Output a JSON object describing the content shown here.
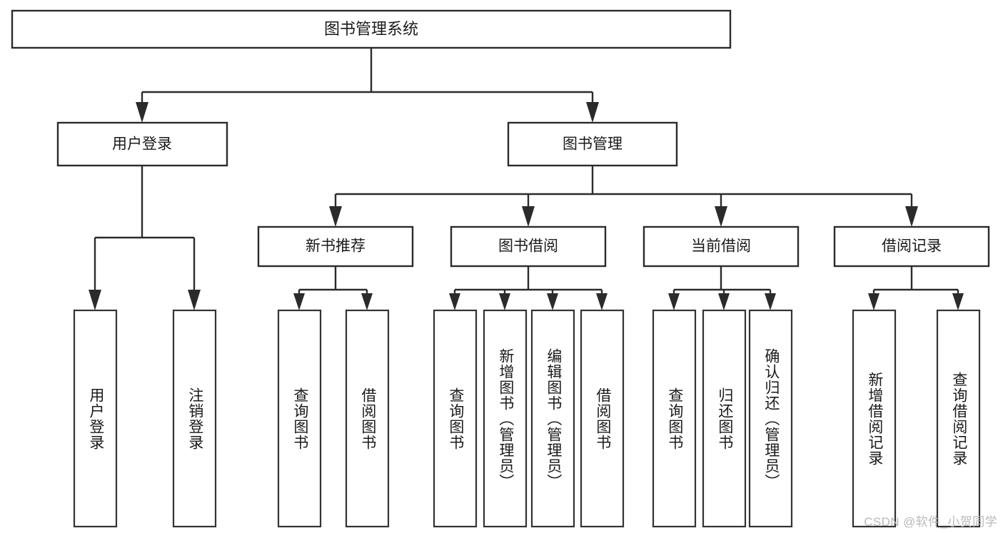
{
  "diagram": {
    "title_box": {
      "label": "图书管理系统"
    },
    "level2": [
      {
        "id": "user-login",
        "label": "用户登录"
      },
      {
        "id": "book-management",
        "label": "图书管理"
      }
    ],
    "level3": [
      {
        "id": "new-book-recommend",
        "label": "新书推荐"
      },
      {
        "id": "book-borrow",
        "label": "图书借阅"
      },
      {
        "id": "current-borrow",
        "label": "当前借阅"
      },
      {
        "id": "borrow-record",
        "label": "借阅记录"
      }
    ],
    "leaves": {
      "user_login": [
        {
          "id": "leaf-user-login",
          "label": "用户登录"
        },
        {
          "id": "leaf-logout-login",
          "label": "注销登录"
        }
      ],
      "new_book_recommend": [
        {
          "id": "leaf-query-book-1",
          "label": "查询图书"
        },
        {
          "id": "leaf-borrow-book-1",
          "label": "借阅图书"
        }
      ],
      "book_borrow": [
        {
          "id": "leaf-query-book-2",
          "label": "查询图书"
        },
        {
          "id": "leaf-add-book",
          "label": "新增图书（管理员）"
        },
        {
          "id": "leaf-edit-book",
          "label": "编辑图书（管理员）"
        },
        {
          "id": "leaf-borrow-book-2",
          "label": "借阅图书"
        }
      ],
      "current_borrow": [
        {
          "id": "leaf-query-book-3",
          "label": "查询图书"
        },
        {
          "id": "leaf-return-book",
          "label": "归还图书"
        },
        {
          "id": "leaf-confirm-return",
          "label": "确认归还（管理员）"
        }
      ],
      "borrow_record": [
        {
          "id": "leaf-add-borrow-record",
          "label": "新增借阅记录"
        },
        {
          "id": "leaf-query-borrow-record",
          "label": "查询借阅记录"
        }
      ]
    },
    "watermark": "CSDN @软件_小贺同学",
    "colors": {
      "stroke": "#2b2b2b",
      "fill": "#ffffff",
      "text": "#1a1a1a",
      "watermark": "#b9b9b9"
    }
  }
}
